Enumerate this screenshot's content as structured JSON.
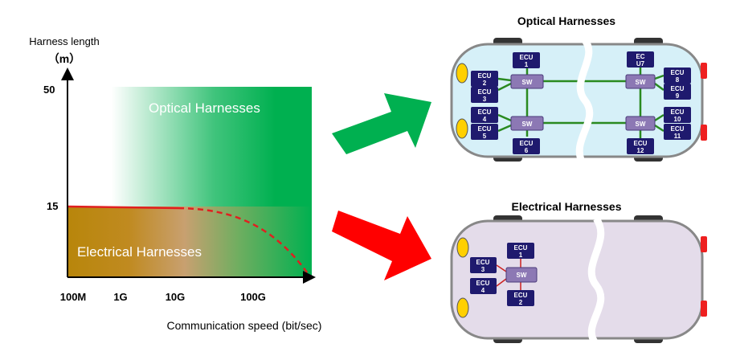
{
  "chart": {
    "y_axis_label": "Harness length",
    "y_axis_unit": "（m）",
    "y_ticks": [
      "50",
      "15"
    ],
    "x_ticks": [
      "100M",
      "1G",
      "10G",
      "100G"
    ],
    "x_axis_label": "Communication speed (bit/sec)",
    "optical_region_label": "Optical Harnesses",
    "electrical_region_label": "Electrical Harnesses"
  },
  "optical_car": {
    "title": "Optical Harnesses",
    "switch_label": "SW",
    "ecus": [
      {
        "line1": "ECU",
        "line2": "1"
      },
      {
        "line1": "ECU",
        "line2": "2"
      },
      {
        "line1": "ECU",
        "line2": "3"
      },
      {
        "line1": "ECU",
        "line2": "4"
      },
      {
        "line1": "ECU",
        "line2": "5"
      },
      {
        "line1": "ECU",
        "line2": "6"
      },
      {
        "line1": "EC",
        "line2": "U7"
      },
      {
        "line1": "ECU",
        "line2": "8"
      },
      {
        "line1": "ECU",
        "line2": "9"
      },
      {
        "line1": "ECU",
        "line2": "10"
      },
      {
        "line1": "ECU",
        "line2": "11"
      },
      {
        "line1": "ECU",
        "line2": "12"
      }
    ]
  },
  "electrical_car": {
    "title": "Electrical Harnesses",
    "switch_label": "SW",
    "ecus": [
      {
        "line1": "ECU",
        "line2": "1"
      },
      {
        "line1": "ECU",
        "line2": "2"
      },
      {
        "line1": "ECU",
        "line2": "3"
      },
      {
        "line1": "ECU",
        "line2": "4"
      }
    ]
  },
  "colors": {
    "optical_green": "#00b050",
    "electrical_gold": "#b8860b",
    "optical_arrow": "#00b050",
    "electrical_arrow": "#ff0000",
    "ecu_fill": "#1f1a6e",
    "switch_fill": "#8c78b4",
    "optical_car_body": "#d6f0f8",
    "electrical_car_body": "#e4dcea"
  }
}
